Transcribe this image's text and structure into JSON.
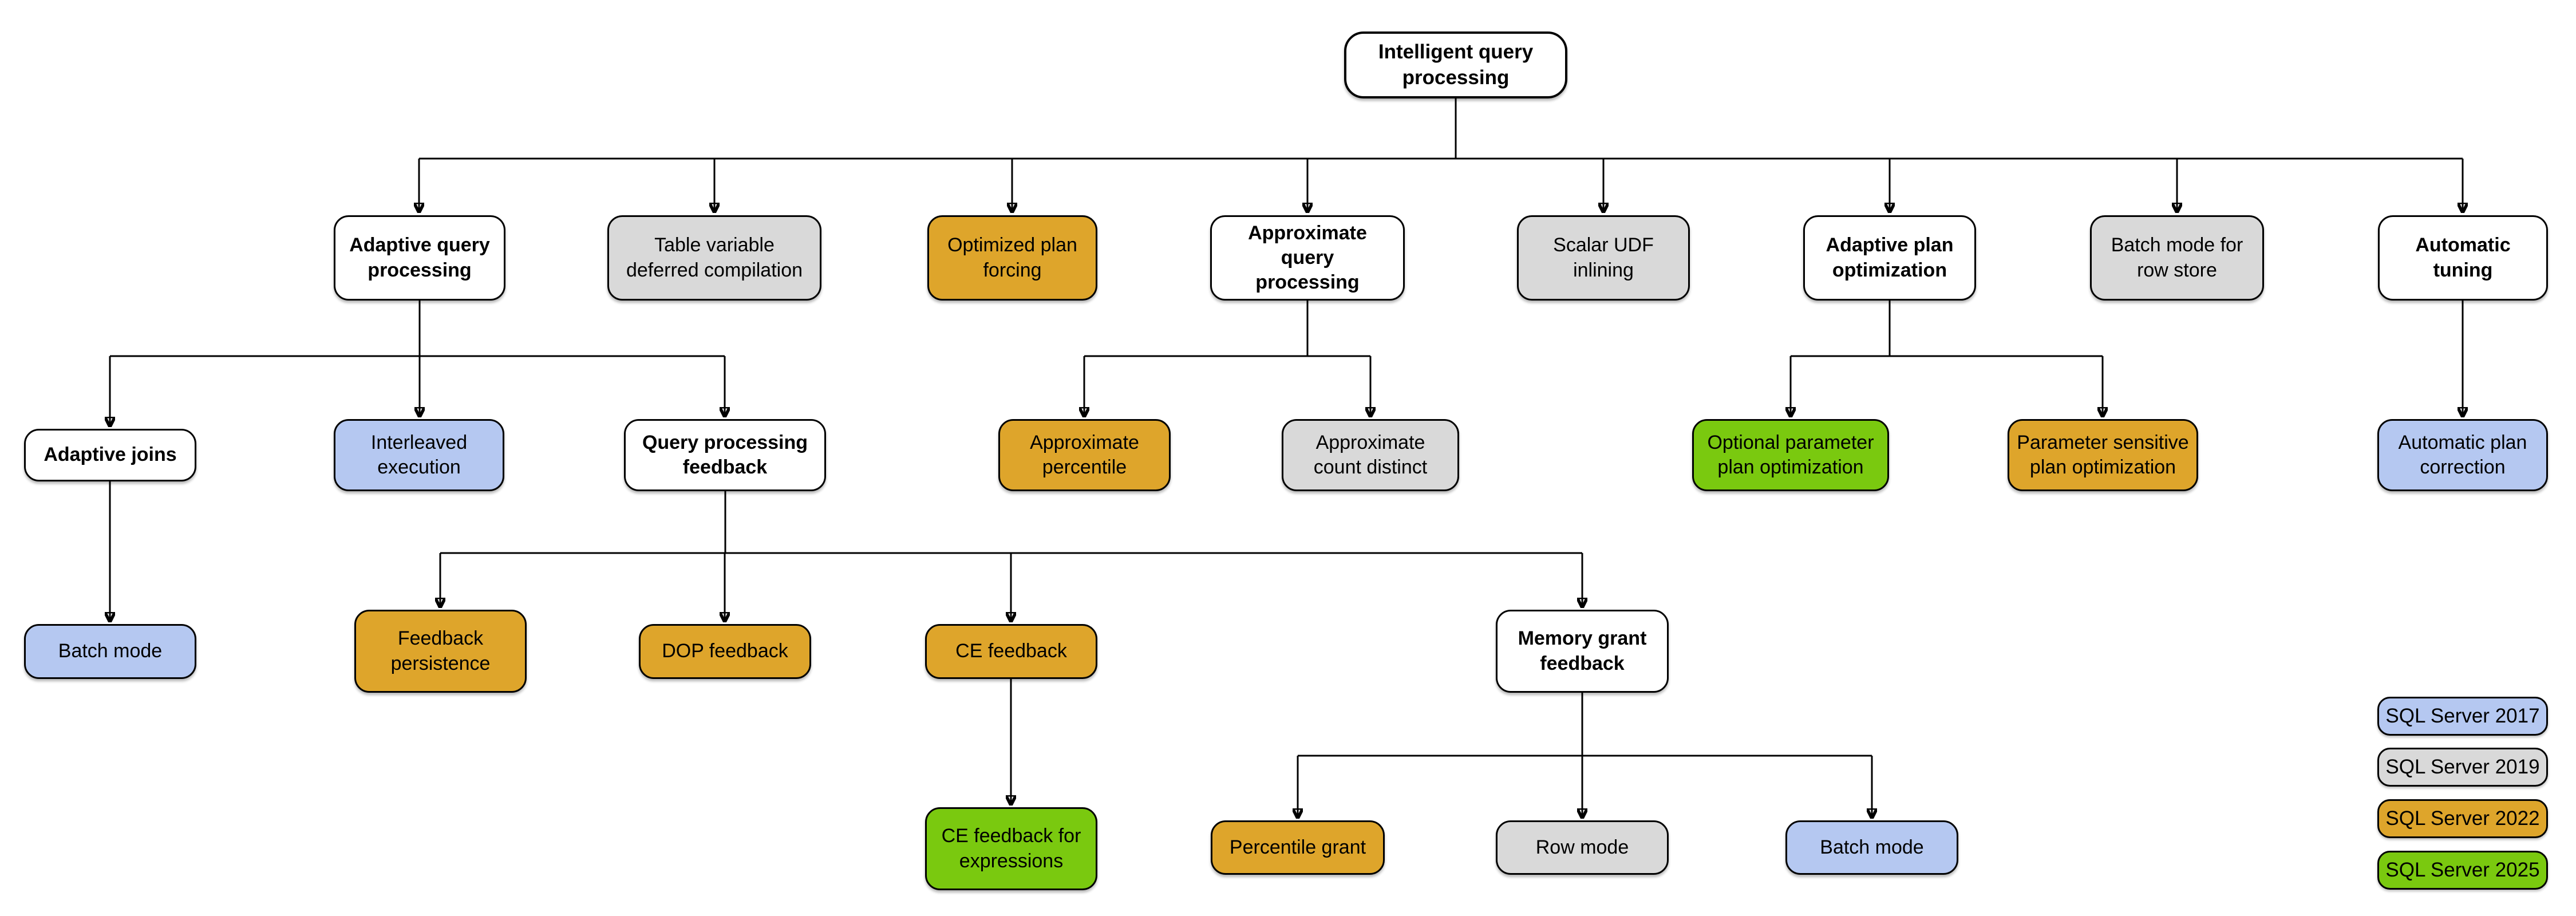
{
  "colors": {
    "sql2017_blue": "#B5C8F1",
    "sql2019_gray": "#D9D9D9",
    "sql2022_gold": "#DEA52B",
    "sql2025_green": "#7AC90F",
    "category_white": "#FFFFFF",
    "line_black": "#000000"
  },
  "nodes": [
    {
      "id": "intelligent-query-processing",
      "label": "Intelligent query processing",
      "version": null,
      "fill": "#FFFFFF"
    },
    {
      "id": "adaptive-query-processing",
      "label": "Adaptive query processing",
      "version": null,
      "fill": "#FFFFFF"
    },
    {
      "id": "table-variable-deferred-compilation",
      "label": "Table variable deferred compilation",
      "version": "SQL Server 2019",
      "fill": "#D9D9D9"
    },
    {
      "id": "optimized-plan-forcing",
      "label": "Optimized plan forcing",
      "version": "SQL Server 2022",
      "fill": "#DEA52B"
    },
    {
      "id": "approximate-query-processing",
      "label": "Approximate query processing",
      "version": null,
      "fill": "#FFFFFF"
    },
    {
      "id": "scalar-udf-inlining",
      "label": "Scalar UDF inlining",
      "version": "SQL Server 2019",
      "fill": "#D9D9D9"
    },
    {
      "id": "adaptive-plan-optimization",
      "label": "Adaptive plan optimization",
      "version": null,
      "fill": "#FFFFFF"
    },
    {
      "id": "batch-mode-for-row-store",
      "label": "Batch mode for row store",
      "version": "SQL Server 2019",
      "fill": "#D9D9D9"
    },
    {
      "id": "automatic-tuning",
      "label": "Automatic tuning",
      "version": null,
      "fill": "#FFFFFF"
    },
    {
      "id": "adaptive-joins",
      "label": "Adaptive joins",
      "version": null,
      "fill": "#FFFFFF"
    },
    {
      "id": "interleaved-execution",
      "label": "Interleaved execution",
      "version": "SQL Server 2017",
      "fill": "#B5C8F1"
    },
    {
      "id": "query-processing-feedback",
      "label": "Query processing feedback",
      "version": null,
      "fill": "#FFFFFF"
    },
    {
      "id": "approximate-percentile",
      "label": "Approximate percentile",
      "version": "SQL Server 2022",
      "fill": "#DEA52B"
    },
    {
      "id": "approximate-count-distinct",
      "label": "Approximate count distinct",
      "version": "SQL Server 2019",
      "fill": "#D9D9D9"
    },
    {
      "id": "optional-parameter-plan-optimization",
      "label": "Optional parameter plan optimization",
      "version": "SQL Server 2025",
      "fill": "#7AC90F"
    },
    {
      "id": "parameter-sensitive-plan-optimization",
      "label": "Parameter sensitive plan optimization",
      "version": "SQL Server 2022",
      "fill": "#DEA52B"
    },
    {
      "id": "automatic-plan-correction",
      "label": "Automatic plan correction",
      "version": "SQL Server 2017",
      "fill": "#B5C8F1"
    },
    {
      "id": "batch-mode-adaptive-joins",
      "label": "Batch mode",
      "version": "SQL Server 2017",
      "fill": "#B5C8F1"
    },
    {
      "id": "feedback-persistence",
      "label": "Feedback persistence",
      "version": "SQL Server 2022",
      "fill": "#DEA52B"
    },
    {
      "id": "dop-feedback",
      "label": "DOP feedback",
      "version": "SQL Server 2022",
      "fill": "#DEA52B"
    },
    {
      "id": "ce-feedback",
      "label": "CE feedback",
      "version": "SQL Server 2022",
      "fill": "#DEA52B"
    },
    {
      "id": "memory-grant-feedback",
      "label": "Memory grant feedback",
      "version": null,
      "fill": "#FFFFFF"
    },
    {
      "id": "ce-feedback-for-expressions",
      "label": "CE feedback for expressions",
      "version": "SQL Server 2025",
      "fill": "#7AC90F"
    },
    {
      "id": "percentile-grant",
      "label": "Percentile grant",
      "version": "SQL Server 2022",
      "fill": "#DEA52B"
    },
    {
      "id": "row-mode",
      "label": "Row mode",
      "version": "SQL Server 2019",
      "fill": "#D9D9D9"
    },
    {
      "id": "batch-mode-memory-grant",
      "label": "Batch mode",
      "version": "SQL Server 2017",
      "fill": "#B5C8F1"
    }
  ],
  "edges": [
    [
      "intelligent-query-processing",
      "adaptive-query-processing"
    ],
    [
      "intelligent-query-processing",
      "table-variable-deferred-compilation"
    ],
    [
      "intelligent-query-processing",
      "optimized-plan-forcing"
    ],
    [
      "intelligent-query-processing",
      "approximate-query-processing"
    ],
    [
      "intelligent-query-processing",
      "scalar-udf-inlining"
    ],
    [
      "intelligent-query-processing",
      "adaptive-plan-optimization"
    ],
    [
      "intelligent-query-processing",
      "batch-mode-for-row-store"
    ],
    [
      "intelligent-query-processing",
      "automatic-tuning"
    ],
    [
      "adaptive-query-processing",
      "adaptive-joins"
    ],
    [
      "adaptive-query-processing",
      "interleaved-execution"
    ],
    [
      "adaptive-query-processing",
      "query-processing-feedback"
    ],
    [
      "approximate-query-processing",
      "approximate-percentile"
    ],
    [
      "approximate-query-processing",
      "approximate-count-distinct"
    ],
    [
      "adaptive-plan-optimization",
      "optional-parameter-plan-optimization"
    ],
    [
      "adaptive-plan-optimization",
      "parameter-sensitive-plan-optimization"
    ],
    [
      "automatic-tuning",
      "automatic-plan-correction"
    ],
    [
      "adaptive-joins",
      "batch-mode-adaptive-joins"
    ],
    [
      "query-processing-feedback",
      "feedback-persistence"
    ],
    [
      "query-processing-feedback",
      "dop-feedback"
    ],
    [
      "query-processing-feedback",
      "ce-feedback"
    ],
    [
      "query-processing-feedback",
      "memory-grant-feedback"
    ],
    [
      "ce-feedback",
      "ce-feedback-for-expressions"
    ],
    [
      "memory-grant-feedback",
      "percentile-grant"
    ],
    [
      "memory-grant-feedback",
      "row-mode"
    ],
    [
      "memory-grant-feedback",
      "batch-mode-memory-grant"
    ]
  ],
  "legend": {
    "items": [
      {
        "label": "SQL Server 2017",
        "color": "#B5C8F1"
      },
      {
        "label": "SQL Server 2019",
        "color": "#D9D9D9"
      },
      {
        "label": "SQL Server 2022",
        "color": "#DEA52B"
      },
      {
        "label": "SQL Server 2025",
        "color": "#7AC90F"
      }
    ]
  }
}
